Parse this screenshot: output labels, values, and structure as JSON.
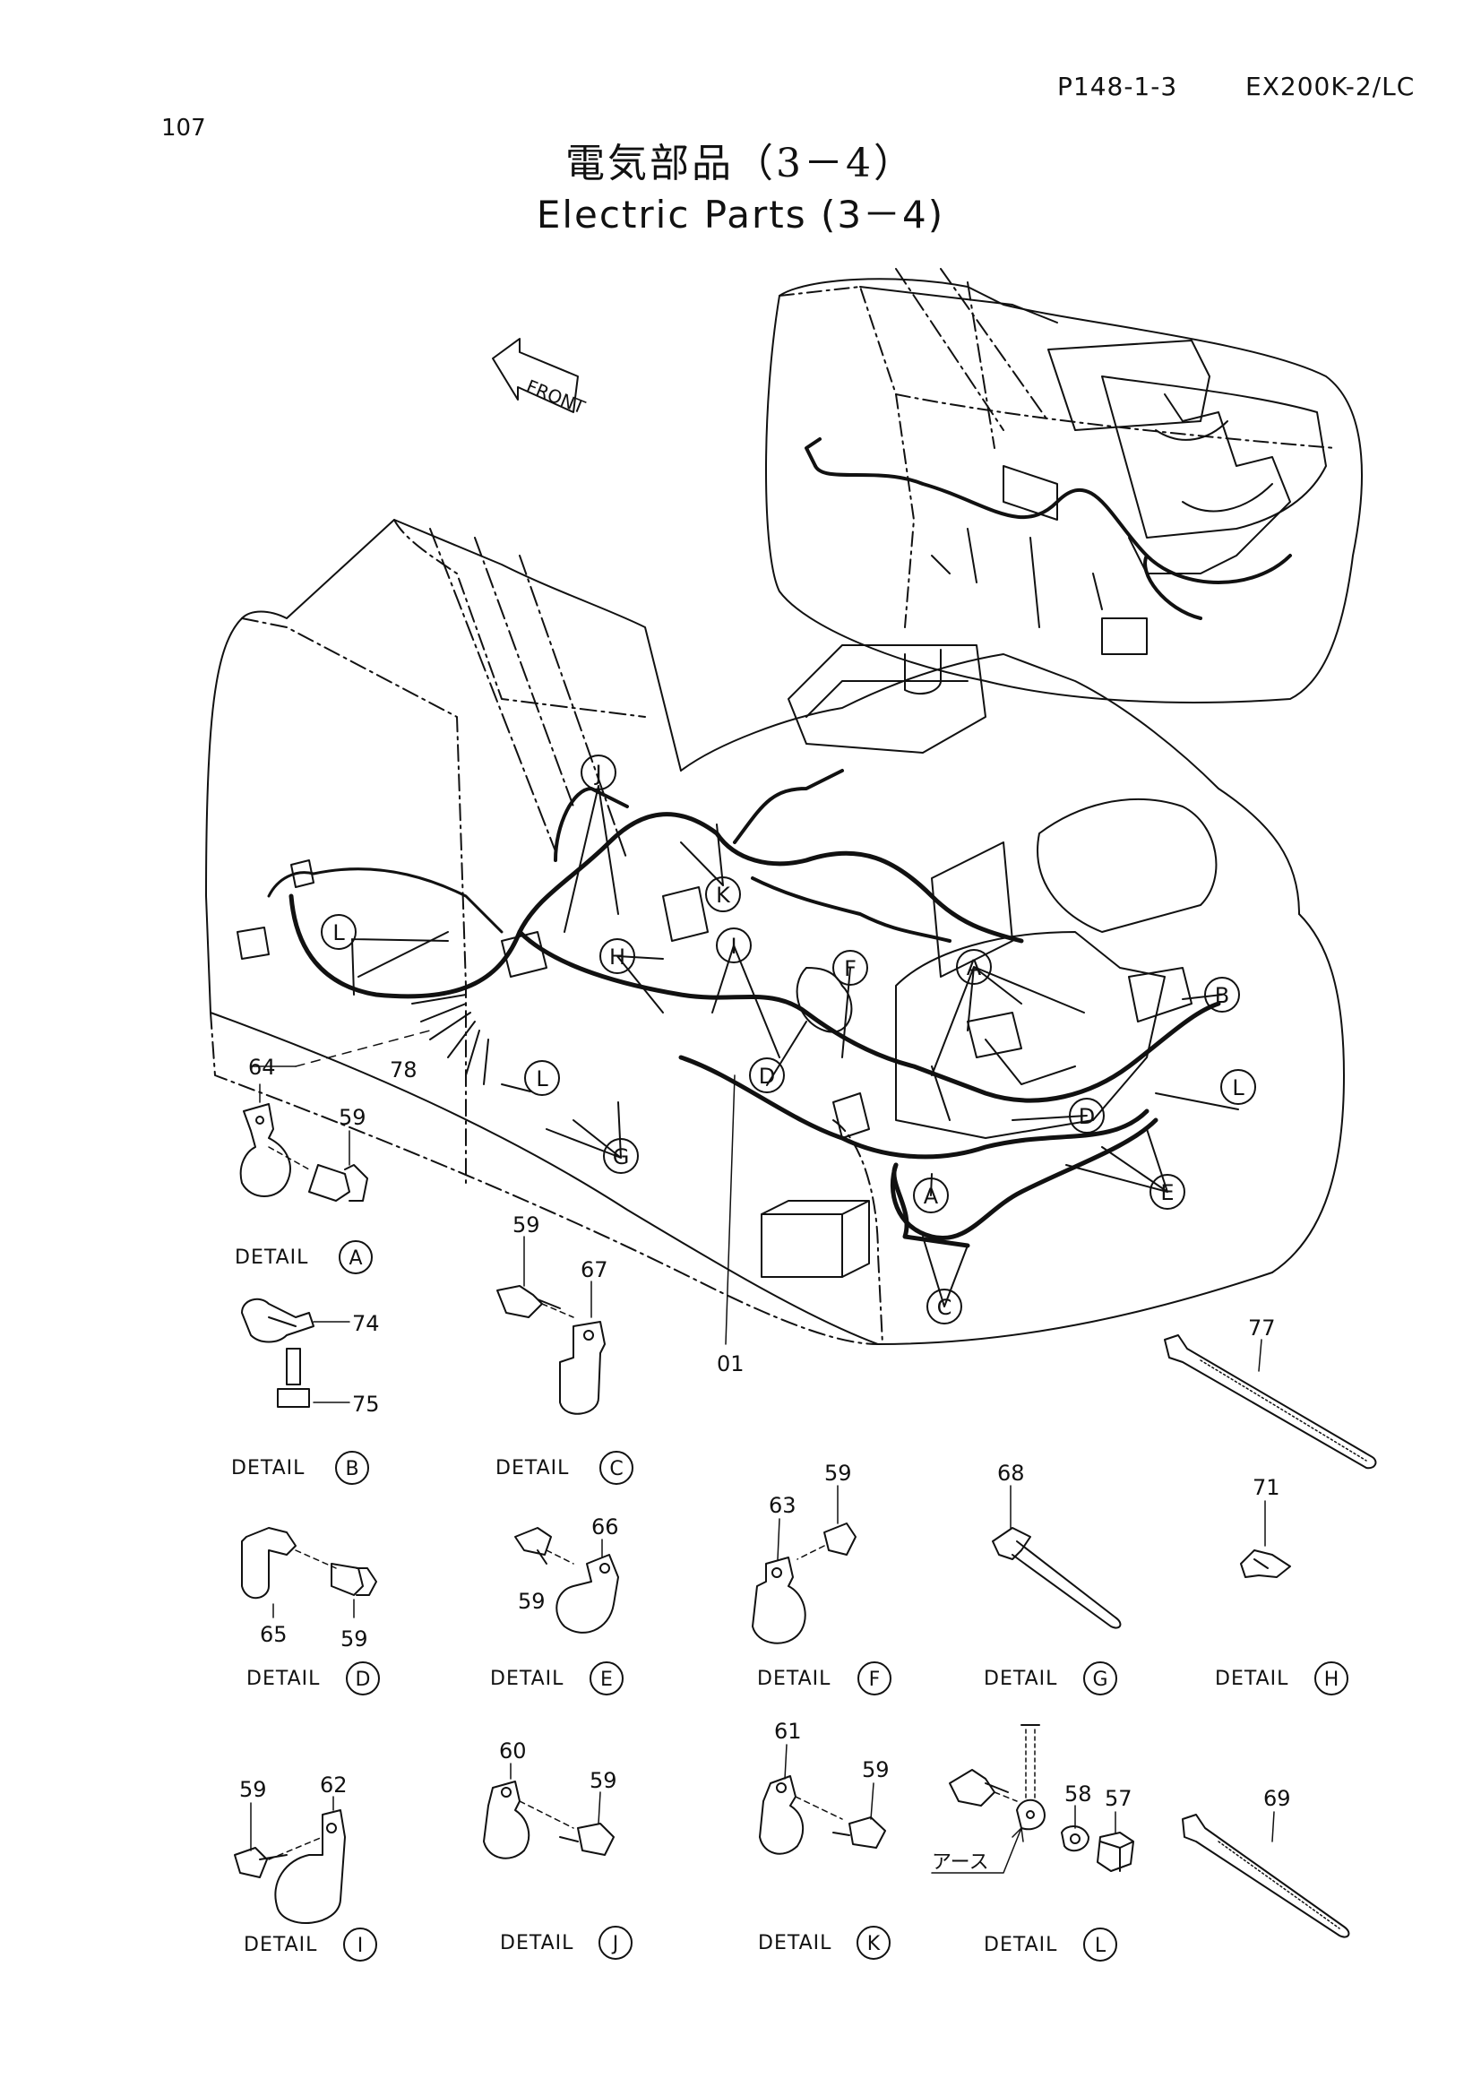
{
  "header": {
    "page_number": "107",
    "page_code": "P148-1-3",
    "model": "EX200K-2/LC",
    "title_jp": "電気部品（3－4）",
    "title_en": "Electric Parts (3－4)"
  },
  "front_arrow_label": "FRONT",
  "earth_label": "アース",
  "detail_word": "DETAIL",
  "callouts": {
    "A": "A",
    "B": "B",
    "C": "C",
    "D": "D",
    "E": "E",
    "F": "F",
    "G": "G",
    "H": "H",
    "I": "I",
    "J": "J",
    "K": "K",
    "L": "L"
  },
  "part_numbers": {
    "p01": "01",
    "p78": "78",
    "p64": "64",
    "p59": "59",
    "p74": "74",
    "p75": "75",
    "p67": "67",
    "p77": "77",
    "p63": "63",
    "p65": "65",
    "p66": "66",
    "p68": "68",
    "p71": "71",
    "p62": "62",
    "p60": "60",
    "p61": "61",
    "p58": "58",
    "p57": "57",
    "p69": "69"
  }
}
